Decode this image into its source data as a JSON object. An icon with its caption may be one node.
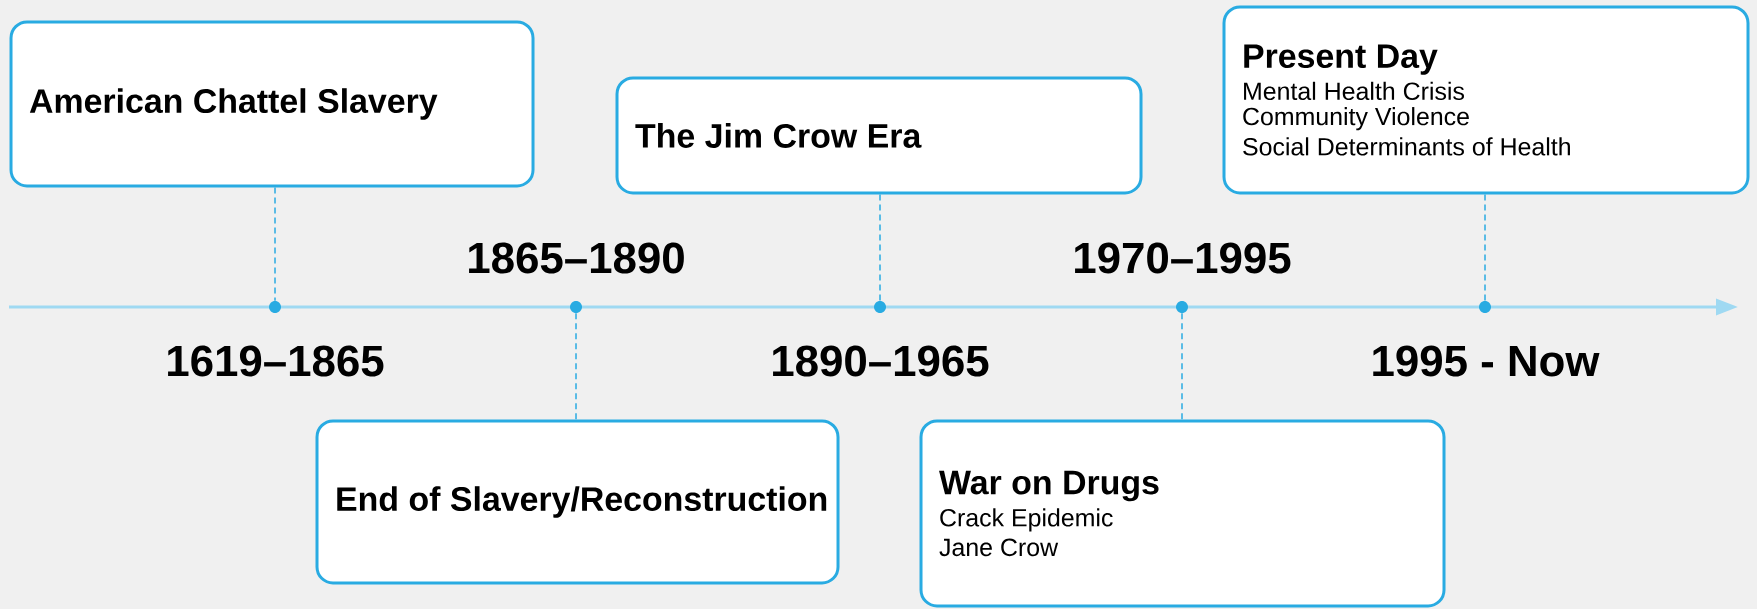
{
  "diagram": {
    "nodes": [
      {
        "text": [
          "American Chattel Slavery"
        ]
      },
      {
        "text": [
          "End of Slavery/Reconstruction"
        ]
      },
      {
        "text": [
          "The Jim Crow Era"
        ]
      },
      {
        "text": [
          "War on Drugs",
          "Crack Epidemic",
          "Jane Crow"
        ]
      },
      {
        "text": [
          "Present Day",
          "Mental Health Crisis",
          "Community Violence",
          "Social Determinants of Health"
        ]
      },
      {
        "text": [],
        "shape": "circle",
        "beside": [
          "1619–1865"
        ]
      },
      {
        "text": [],
        "shape": "circle",
        "beside": [
          "1865–1890"
        ]
      },
      {
        "text": [],
        "shape": "circle",
        "beside": [
          "1890–1965"
        ]
      },
      {
        "text": [],
        "shape": "circle",
        "beside": [
          "1970–1995"
        ]
      },
      {
        "text": [],
        "shape": "circle",
        "beside": [
          "1995 - Now"
        ]
      }
    ],
    "edges": [
      {
        "from": 0,
        "to": 5,
        "arrow": "none",
        "style": "dashed"
      },
      {
        "from": 6,
        "to": 1,
        "arrow": "none",
        "style": "dashed"
      },
      {
        "from": 2,
        "to": 7,
        "arrow": "none",
        "style": "dashed"
      },
      {
        "from": 8,
        "to": 3,
        "arrow": "none",
        "style": "dashed"
      },
      {
        "from": 4,
        "to": 9,
        "arrow": "none",
        "style": "dashed"
      }
    ]
  }
}
